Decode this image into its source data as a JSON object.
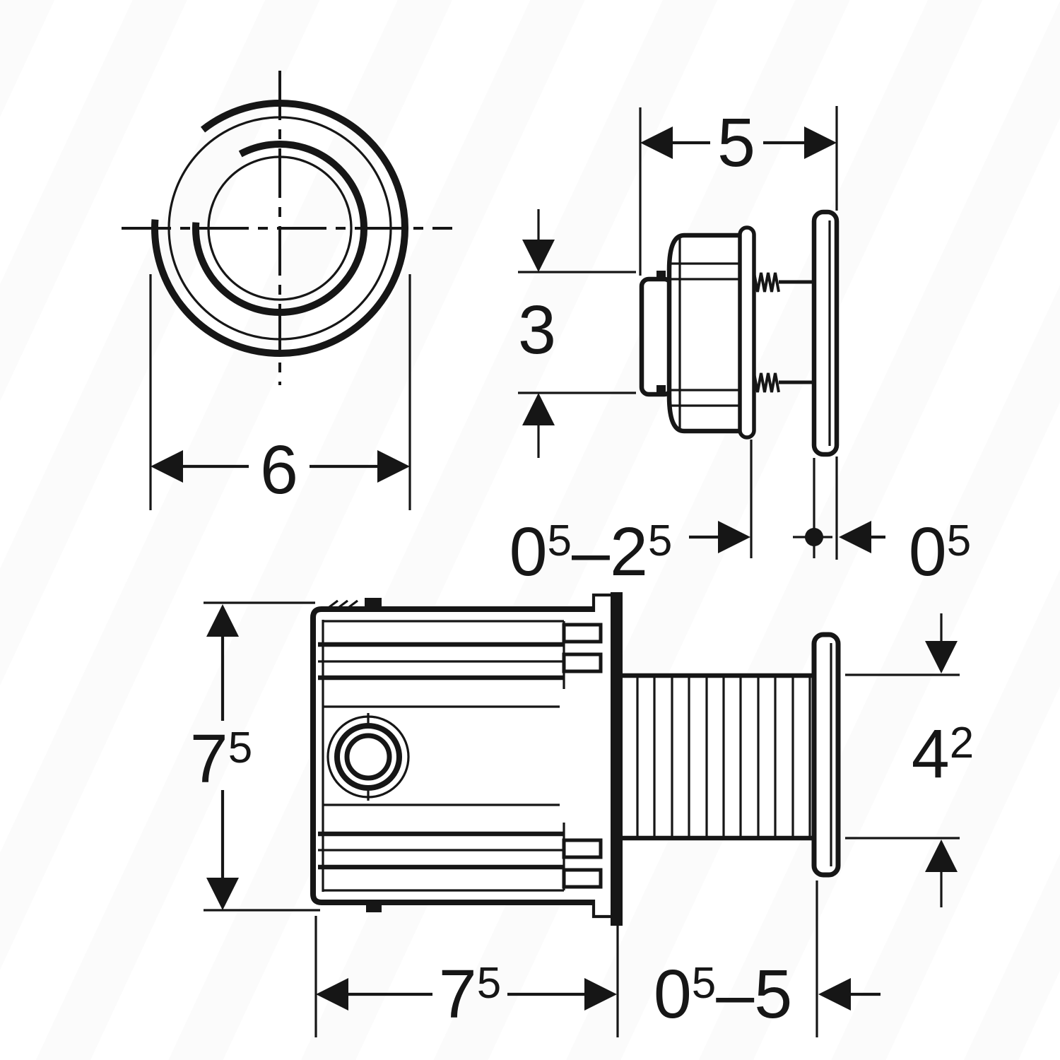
{
  "page": {
    "background": "#ffffff",
    "ink": "#161616"
  },
  "drawing": {
    "front_view": {
      "diameter": {
        "value": "6"
      }
    },
    "side_view": {
      "depth": {
        "value": "5"
      },
      "hole_diameter": {
        "value": "3"
      },
      "wall_thickness_range": {
        "v1": "0",
        "s1": "5",
        "sep": "–",
        "v2": "2",
        "s2": "5"
      },
      "cover_thickness": {
        "v1": "0",
        "s1": "5"
      }
    },
    "installed_view": {
      "box_height": {
        "v1": "7",
        "s1": "5"
      },
      "conduit_diameter": {
        "v1": "4",
        "s1": "2"
      },
      "box_depth": {
        "v1": "7",
        "s1": "5"
      },
      "conduit_length_range": {
        "v1": "0",
        "s1": "5",
        "sep": "–",
        "v2": "5"
      }
    }
  }
}
